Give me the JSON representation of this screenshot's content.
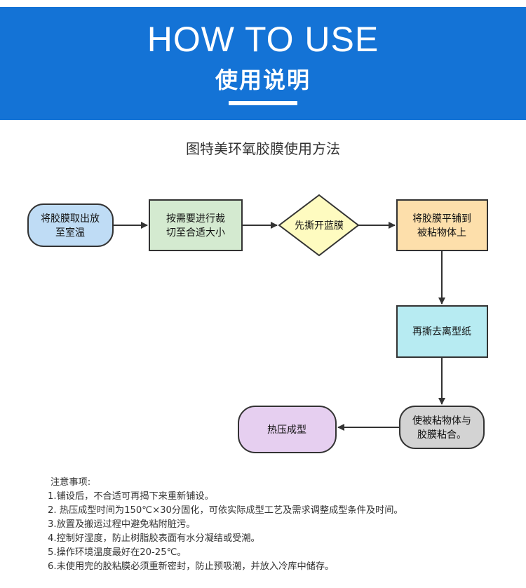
{
  "header": {
    "title_en": "HOW TO USE",
    "title_cn": "使用说明"
  },
  "flow": {
    "title": "图特美环氧胶膜使用方法",
    "nodes": {
      "take_out": [
        "将胶膜取出放",
        "至室温"
      ],
      "cut": [
        "按需要进行裁",
        "切至合适大小"
      ],
      "peel_blue": [
        "先撕开蓝膜"
      ],
      "lay_flat": [
        "将胶膜平铺到",
        "被粘物体上"
      ],
      "peel_release": [
        "再撕去离型纸"
      ],
      "bond": [
        "使被粘物体与",
        "胶膜粘合。"
      ],
      "hot_press": [
        "热压成型"
      ]
    },
    "colors": {
      "take_out": "#bfdcf5",
      "cut": "#d4ead0",
      "peel_blue": "#fefbc0",
      "lay_flat": "#fddfab",
      "peel_release": "#b7ebf2",
      "bond": "#d3d3d3",
      "hot_press": "#e6cff0"
    }
  },
  "notes": {
    "title": "注意事项:",
    "items": [
      "1.铺设后，不合适可再揭下来重新铺设。",
      "2. 热压成型时间为150℃×30分固化，可依实际成型工艺及需求调整成型条件及时间。",
      "3.放置及搬运过程中避免粘附脏污。",
      "4.控制好湿度，防止树脂胶表面有水分凝结或受潮。",
      "5.操作环境温度最好在20-25℃。",
      "6.未使用完的胶粘膜必须重新密封，防止预吸潮，并放入冷库中储存。"
    ]
  }
}
